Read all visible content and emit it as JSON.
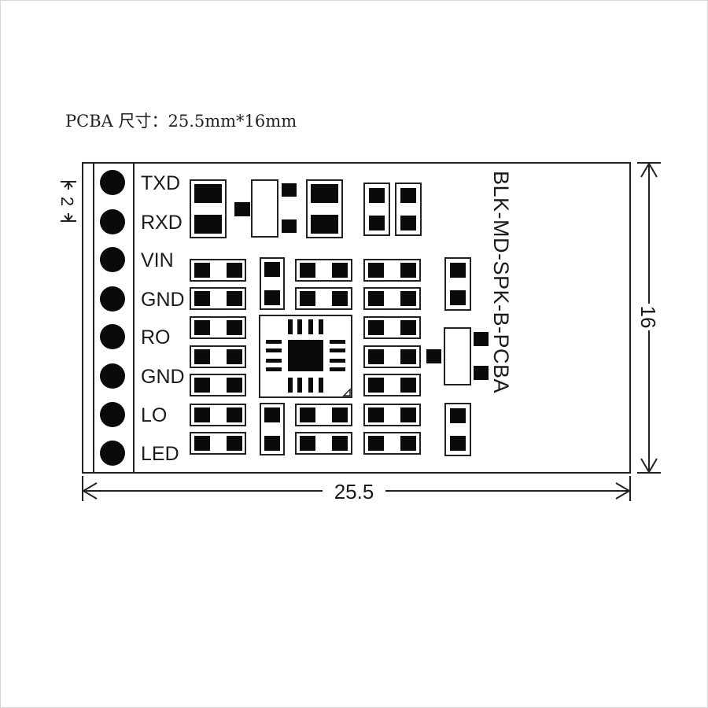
{
  "title": "PCBA 尺寸：25.5mm*16mm",
  "board": {
    "part_number": "BLK-MD-SPK-B-PCBA",
    "width_mm": "25.5",
    "height_mm": "16",
    "pin_pitch_mm": "2",
    "pins": [
      {
        "label": "TXD"
      },
      {
        "label": "RXD"
      },
      {
        "label": "VIN"
      },
      {
        "label": "GND"
      },
      {
        "label": "RO"
      },
      {
        "label": "GND"
      },
      {
        "label": "LO"
      },
      {
        "label": "LED"
      }
    ]
  },
  "dimensions": {
    "width_label": "25.5",
    "height_label": "16",
    "pitch_label": "2"
  },
  "colors": {
    "ink": "#111111",
    "background": "#ffffff",
    "frame": "#d4d4d4"
  }
}
